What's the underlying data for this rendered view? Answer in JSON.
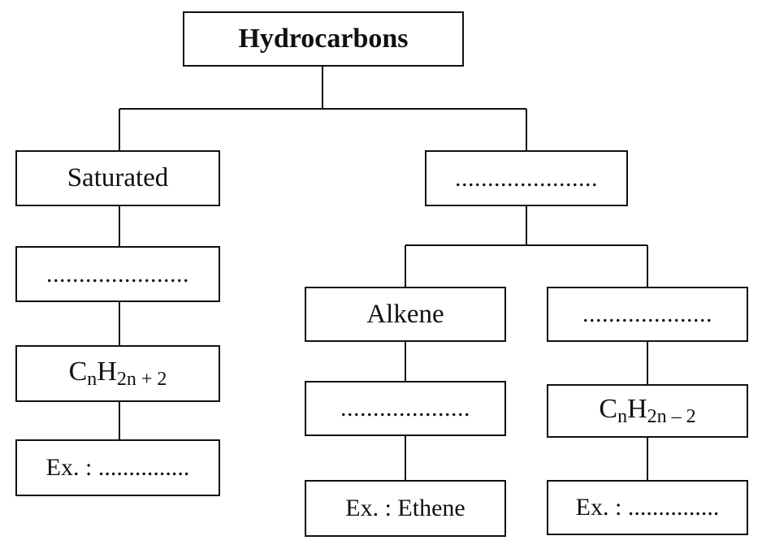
{
  "root": "Hydrocarbons",
  "left": {
    "label": "Saturated",
    "blank": "......................",
    "formula": {
      "c": "C",
      "c_sub": "n",
      "h": "H",
      "h_sub": "2n + 2"
    },
    "example": "Ex. : ..............."
  },
  "right": {
    "blank": "......................",
    "alkene": {
      "label": "Alkene",
      "blank": "....................",
      "example": "Ex. : Ethene"
    },
    "third": {
      "blank": "....................",
      "formula": {
        "c": "C",
        "c_sub": "n",
        "h": "H",
        "h_sub": "2n – 2"
      },
      "example": "Ex. : ..............."
    }
  }
}
